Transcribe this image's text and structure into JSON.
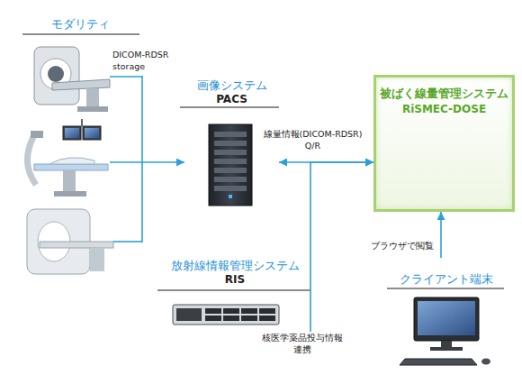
{
  "diagram": {
    "nodes": [
      {
        "text": [
          "モダリティ"
        ]
      },
      {
        "text": [
          "画像システム",
          "PACS"
        ]
      },
      {
        "text": [
          "被ばく線量管理システム",
          "RiSMEC-DOSE"
        ]
      },
      {
        "text": [
          "放射線情報管理システム",
          "RIS"
        ]
      },
      {
        "text": [
          "クライアント端末"
        ]
      }
    ],
    "edges": [
      {
        "from": 0,
        "to": 1,
        "arrow": "to",
        "label": "DICOM-RDSR storage"
      },
      {
        "from": 1,
        "to": 2,
        "arrow": "both",
        "label": "線量情報(DICOM-RDSR) Q/R"
      },
      {
        "from": 3,
        "to": 2,
        "arrow": "to",
        "label": "核医学薬品投与情報 連携"
      },
      {
        "from": 4,
        "to": 2,
        "arrow": "to",
        "label": "ブラウザで閲覧"
      }
    ]
  }
}
